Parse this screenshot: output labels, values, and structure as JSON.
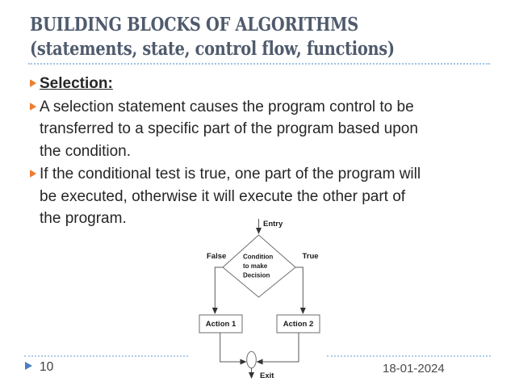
{
  "slide": {
    "title": {
      "line1": "BUILDING BLOCKS OF ALGORITHMS",
      "line2": "(statements, state, control flow, functions)"
    },
    "bullets": {
      "heading": "Selection:",
      "b2": {
        "l1": "A selection statement causes the program control to be",
        "l2": "transferred to a specific part of the program based upon",
        "l3": "the condition."
      },
      "b3": {
        "l1": "If the conditional test is true, one part of the program will",
        "l2": "be executed, otherwise it will execute the other part of",
        "l3": "the program."
      }
    },
    "flowchart": {
      "entry_label": "Entry",
      "false_label": "False",
      "true_label": "True",
      "condition": {
        "l1": "Condition",
        "l2": "to make",
        "l3": "Decision"
      },
      "action1_label": "Action 1",
      "action2_label": "Action 2",
      "exit_label": "Exit"
    },
    "footer": {
      "page_number": "10",
      "date": "18-01-2024"
    },
    "colors": {
      "title_text": "#4F5B6D",
      "bullet_accent": "#ED7D31",
      "body_text": "#262626",
      "dotted_rule": "#9DC3E6",
      "footer_marker": "#4B7FC0",
      "flow_line": "#595959",
      "flow_text": "#1A1A1A"
    }
  }
}
